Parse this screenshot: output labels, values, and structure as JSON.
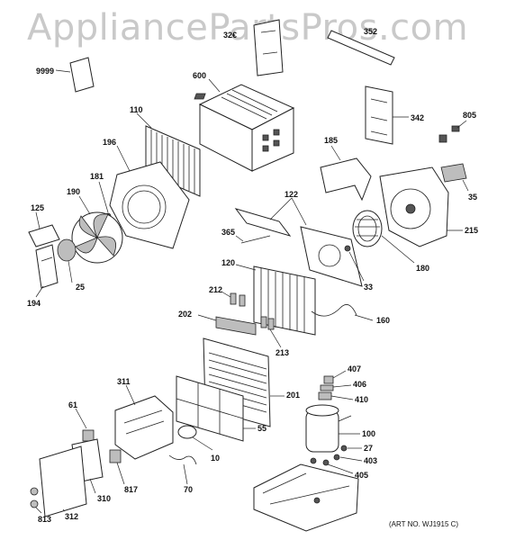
{
  "watermark": "AppliancePartsPros.com",
  "art_number": "(ART NO. WJ1915 C)",
  "part_labels": {
    "p9999": "9999",
    "p32x": "32€",
    "p352": "352",
    "p600": "600",
    "p110": "110",
    "p342": "342",
    "p805": "805",
    "p196": "196",
    "p185": "185",
    "p181": "181",
    "p190": "190",
    "p35": "35",
    "p122": "122",
    "p125": "125",
    "p215": "215",
    "p365": "365",
    "p180": "180",
    "p25": "25",
    "p120": "120",
    "p194": "194",
    "p212": "212",
    "p33": "33",
    "p202": "202",
    "p160": "160",
    "p213": "213",
    "p407": "407",
    "p311": "311",
    "p406": "406",
    "p201": "201",
    "p410": "410",
    "p61": "61",
    "p55": "55",
    "p100": "100",
    "p27": "27",
    "p10": "10",
    "p403": "403",
    "p817": "817",
    "p405": "405",
    "p70": "70",
    "p310": "310",
    "p813": "813",
    "p312": "312"
  }
}
